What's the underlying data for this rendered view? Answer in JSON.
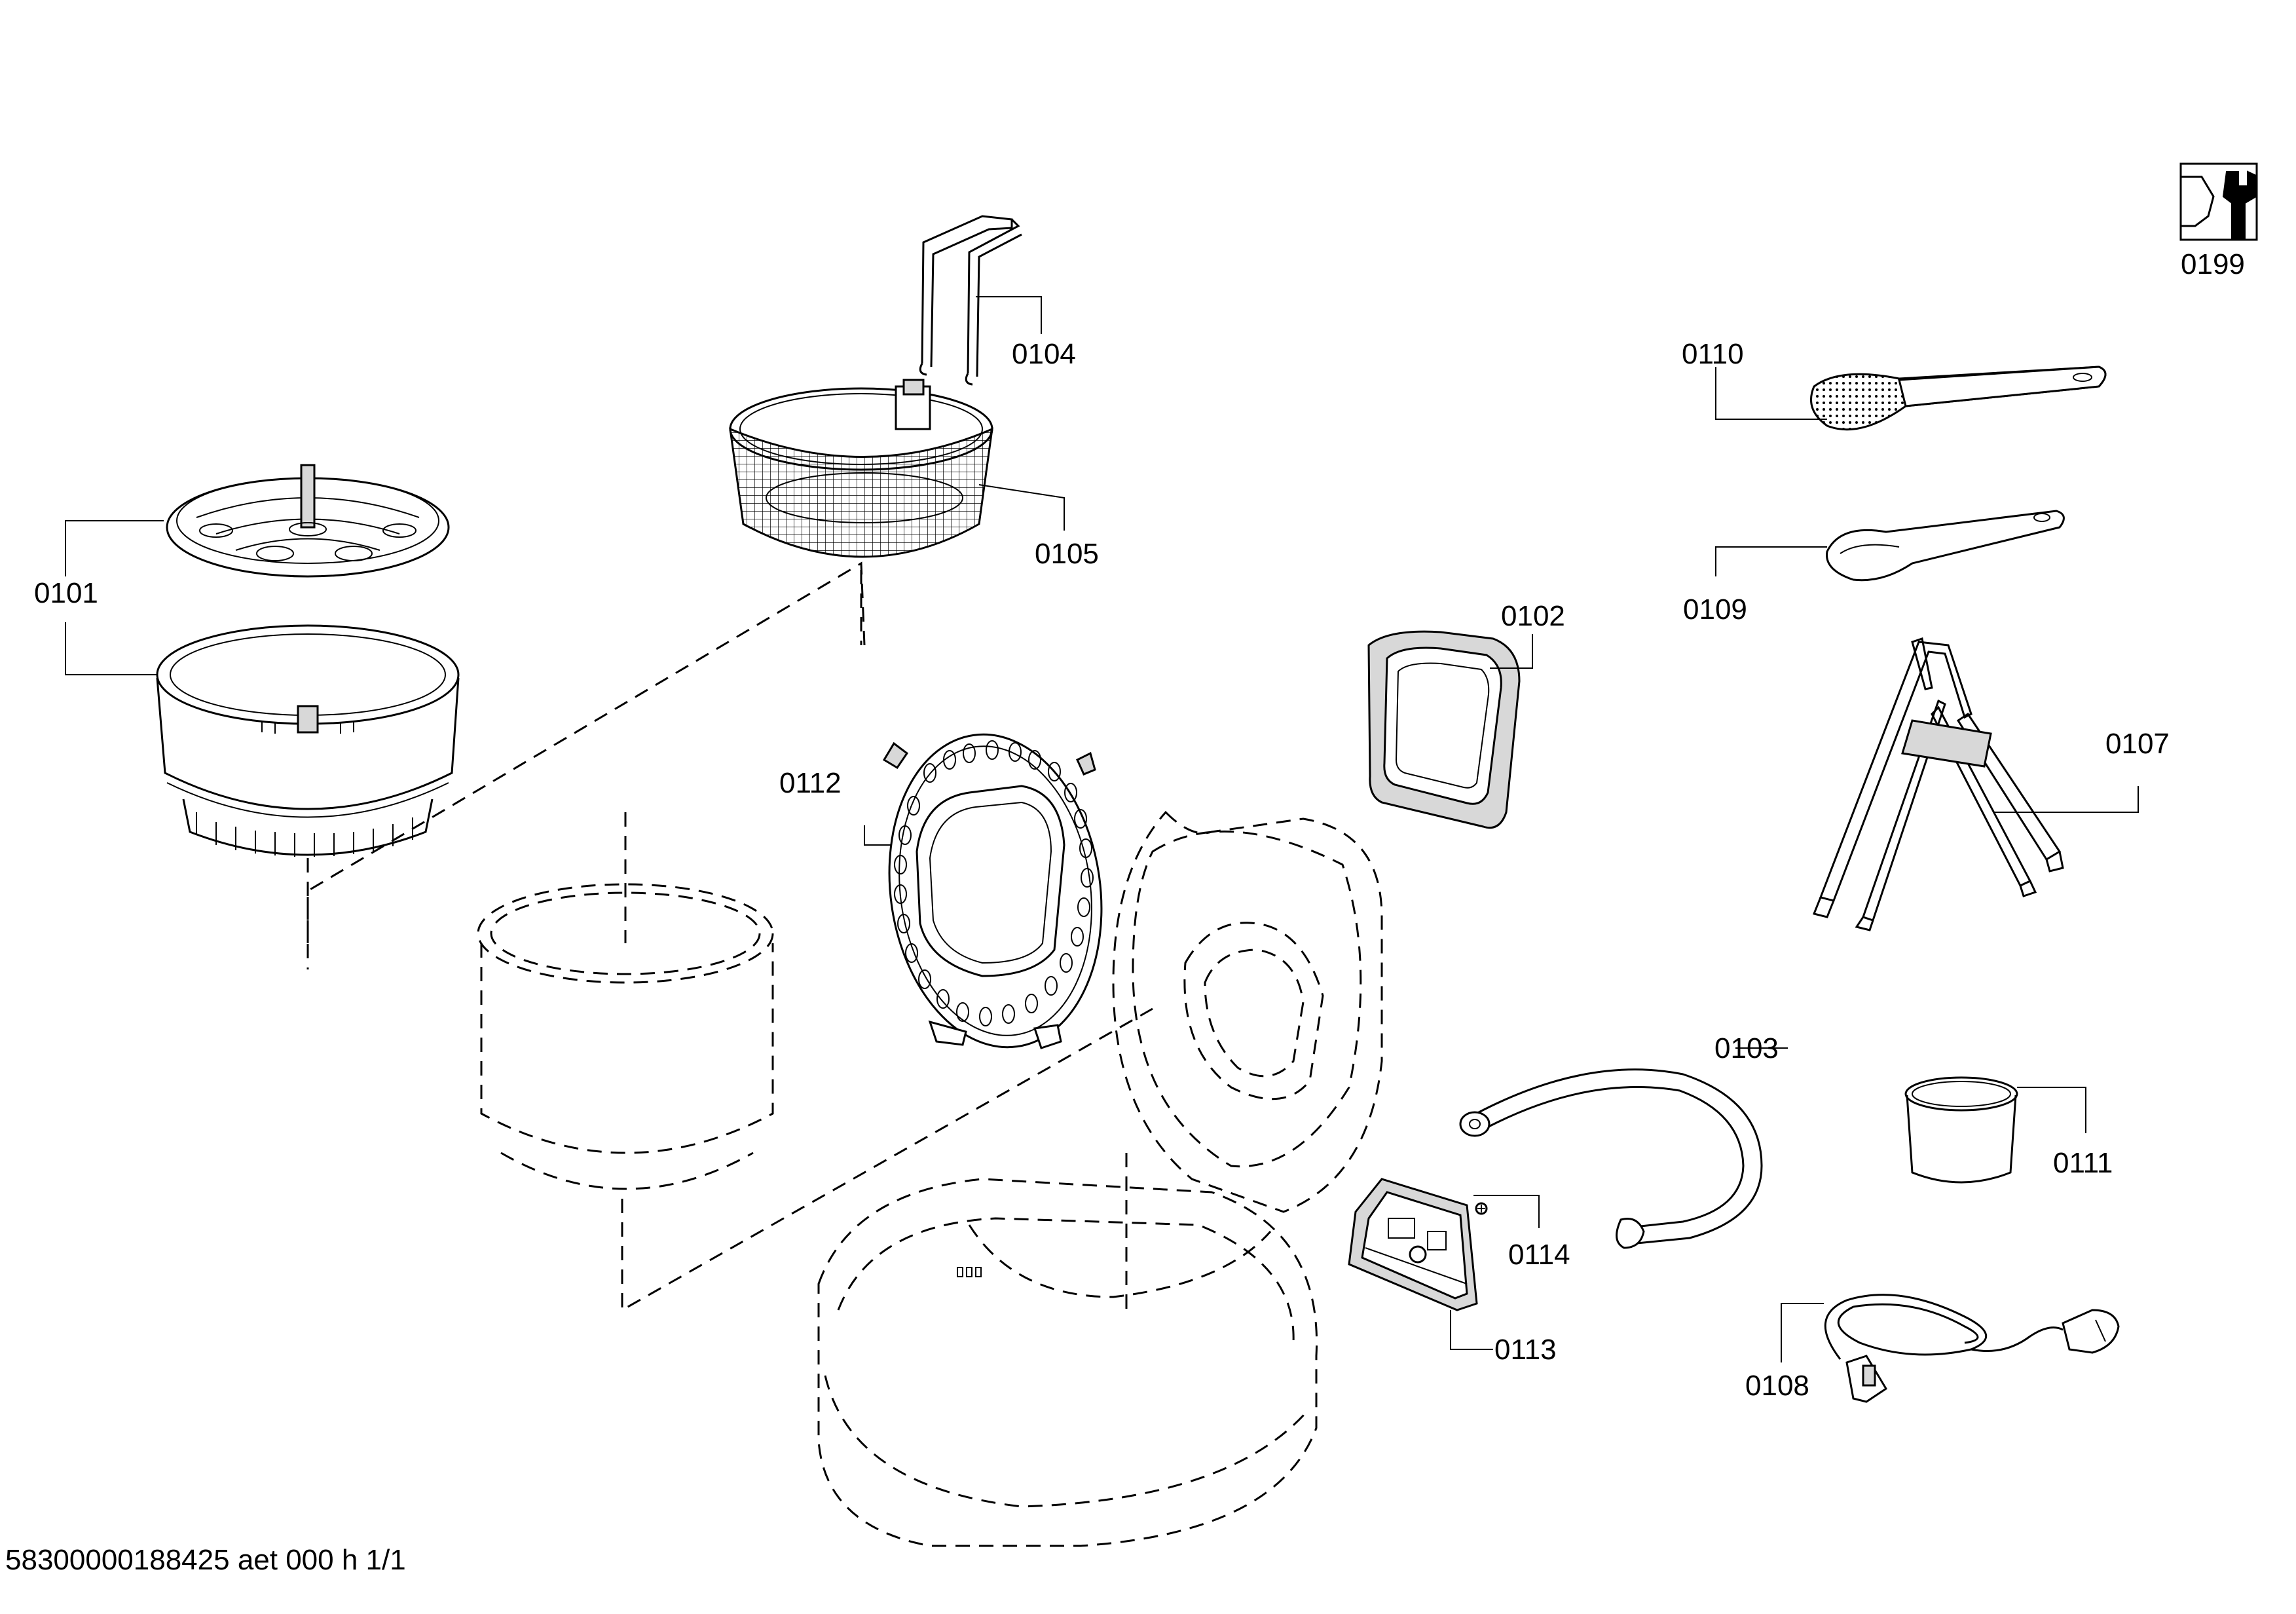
{
  "document": {
    "footer_id": "58300000188425 aet 000 h 1/1"
  },
  "parts": {
    "p0101": "0101",
    "p0102": "0102",
    "p0103": "0103",
    "p0104": "0104",
    "p0105": "0105",
    "p0107": "0107",
    "p0108": "0108",
    "p0109": "0109",
    "p0110": "0110",
    "p0111": "0111",
    "p0112": "0112",
    "p0113": "0113",
    "p0114": "0114",
    "p0199": "0199"
  },
  "icons": {
    "service_icon": "tools-wrench-icon"
  }
}
